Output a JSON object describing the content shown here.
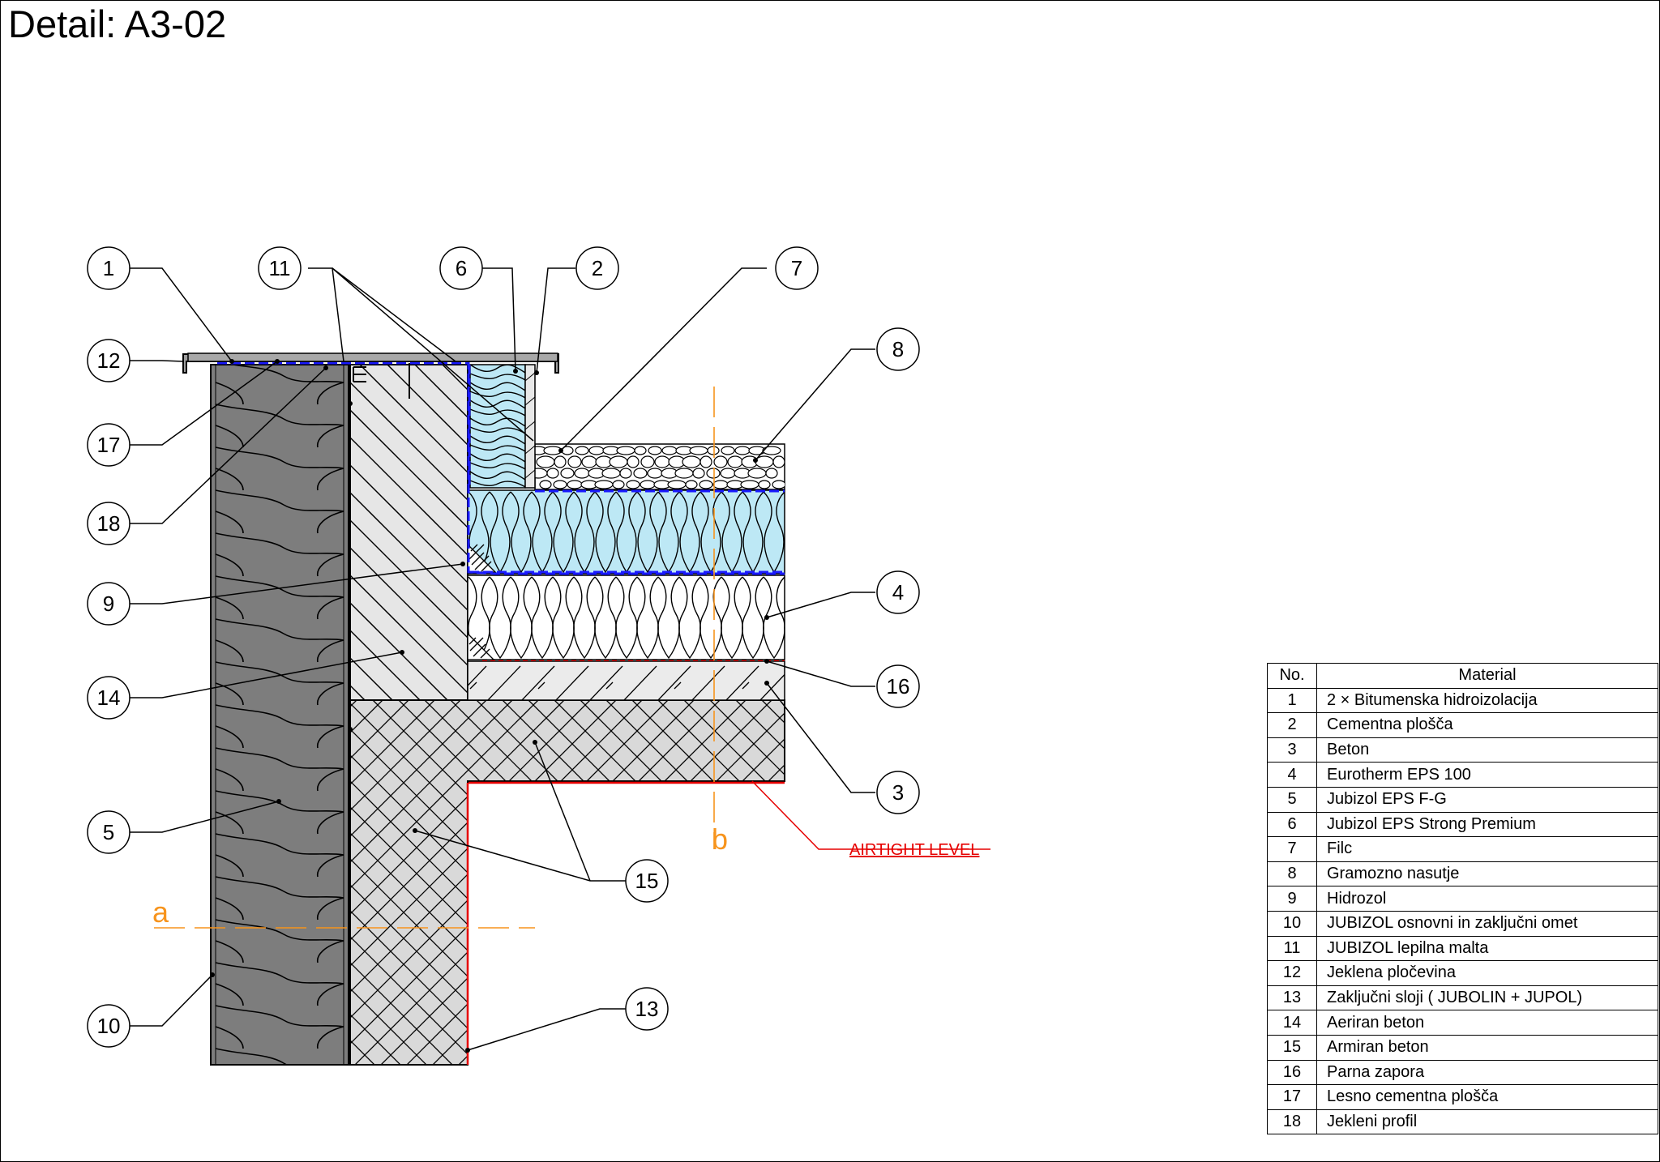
{
  "title": "Detail: A3-02",
  "axes": {
    "a": "a",
    "b": "b"
  },
  "airtight_label": "AIRTIGHT LEVEL",
  "callouts": [
    "1",
    "2",
    "3",
    "4",
    "5",
    "6",
    "7",
    "8",
    "9",
    "10",
    "11",
    "12",
    "13",
    "14",
    "15",
    "16",
    "17",
    "18"
  ],
  "legend": {
    "header_no": "No.",
    "header_material": "Material",
    "rows": [
      {
        "no": "1",
        "material": "2 × Bitumenska hidroizolacija"
      },
      {
        "no": "2",
        "material": "Cementna plošča"
      },
      {
        "no": "3",
        "material": "Beton"
      },
      {
        "no": "4",
        "material": "Eurotherm EPS 100"
      },
      {
        "no": "5",
        "material": "Jubizol EPS F-G"
      },
      {
        "no": "6",
        "material": "Jubizol EPS Strong Premium"
      },
      {
        "no": "7",
        "material": "Filc"
      },
      {
        "no": "8",
        "material": "Gramozno nasutje"
      },
      {
        "no": "9",
        "material": "Hidrozol"
      },
      {
        "no": "10",
        "material": "JUBIZOL osnovni in zaključni omet"
      },
      {
        "no": "11",
        "material": "JUBIZOL lepilna malta"
      },
      {
        "no": "12",
        "material": "Jeklena pločevina"
      },
      {
        "no": "13",
        "material": "Zaključni sloji  ( JUBOLIN + JUPOL)"
      },
      {
        "no": "14",
        "material": "Aeriran beton"
      },
      {
        "no": "15",
        "material": "Armiran beton"
      },
      {
        "no": "16",
        "material": "Parna zapora"
      },
      {
        "no": "17",
        "material": "Lesno cementna plošča"
      },
      {
        "no": "18",
        "material": "Jekleni profil"
      }
    ]
  },
  "colors": {
    "accent_orange": "#f7941d",
    "airtight_red": "#e60000",
    "membrane_blue": "#1a1aff",
    "light_blue": "#bde8f5"
  }
}
